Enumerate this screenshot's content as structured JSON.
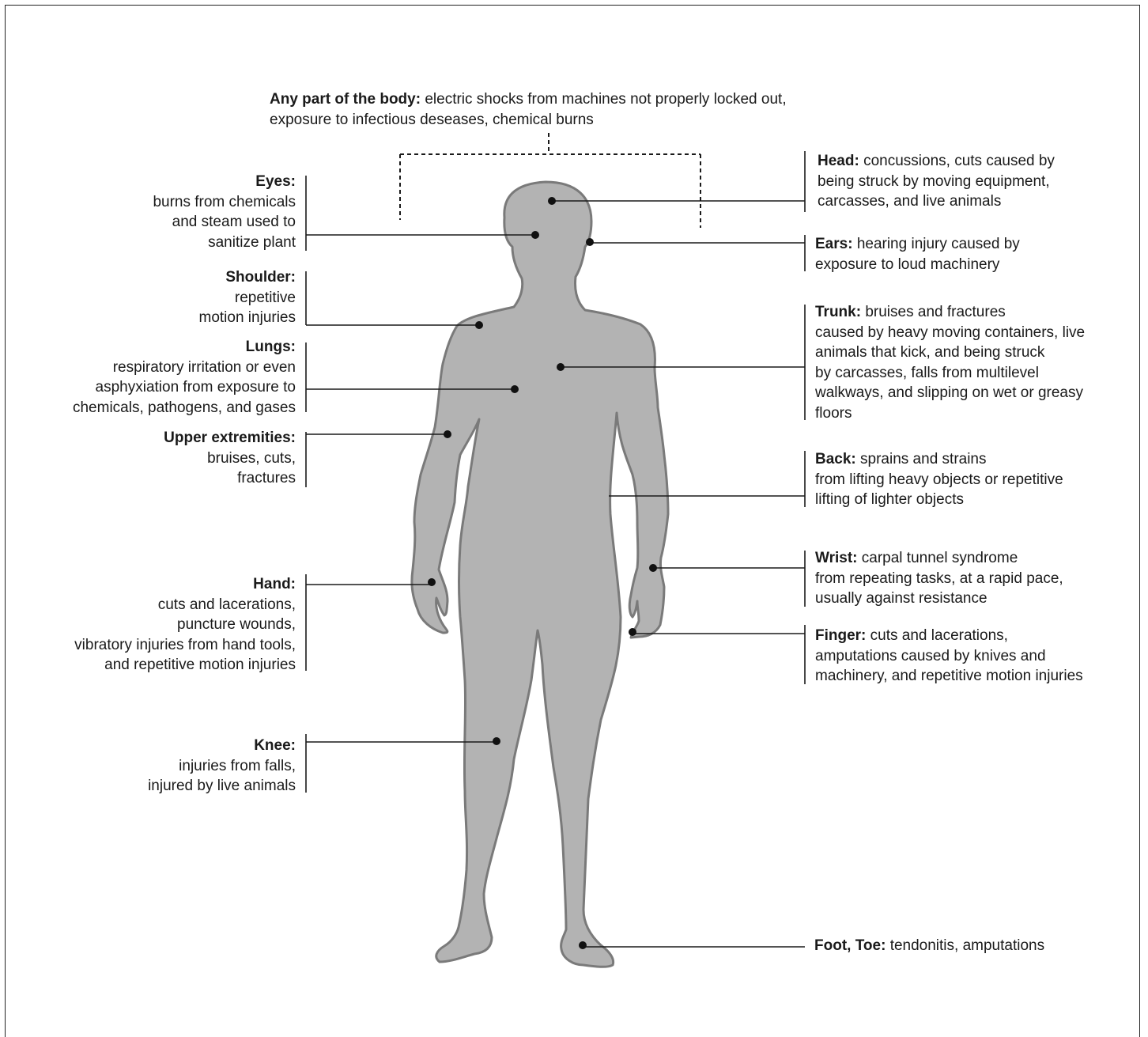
{
  "labels": {
    "any_part": {
      "title": "Any part of the body:",
      "lines": [
        "electric shocks from machines not properly locked out,",
        "exposure to infectious deseases, chemical burns"
      ]
    },
    "eyes": {
      "title": "Eyes:",
      "lines": [
        "burns from chemicals",
        "and steam used to",
        "sanitize plant"
      ]
    },
    "shoulder": {
      "title": "Shoulder:",
      "lines": [
        "repetitive",
        "motion injuries"
      ]
    },
    "lungs": {
      "title": "Lungs:",
      "lines": [
        "respiratory irritation or even",
        "asphyxiation from exposure to",
        "chemicals, pathogens, and gases"
      ]
    },
    "upper": {
      "title": "Upper extremities:",
      "lines": [
        "bruises, cuts,",
        "fractures"
      ]
    },
    "hand": {
      "title": "Hand:",
      "lines": [
        "cuts and lacerations,",
        "puncture wounds,",
        "vibratory injuries from hand tools,",
        "and repetitive motion injuries"
      ]
    },
    "knee": {
      "title": "Knee:",
      "lines": [
        "injuries from falls,",
        "injured by live animals"
      ]
    },
    "head": {
      "title": "Head:",
      "lines": [
        "concussions, cuts caused by",
        "being struck  by moving equipment,",
        "carcasses, and live animals"
      ]
    },
    "ears": {
      "title": "Ears:",
      "lines": [
        "hearing injury caused by",
        "exposure to loud machinery"
      ]
    },
    "trunk": {
      "title": "Trunk:",
      "lines": [
        "bruises and fractures",
        "caused by heavy moving containers, live",
        "animals that kick, and being struck",
        "by carcasses, falls from multilevel",
        "walkways, and slipping on wet or greasy",
        "floors"
      ]
    },
    "back": {
      "title": "Back:",
      "lines": [
        "sprains and strains",
        "from lifting heavy objects or repetitive",
        "lifting of lighter objects"
      ]
    },
    "wrist": {
      "title": "Wrist:",
      "lines": [
        "carpal tunnel syndrome",
        "from repeating tasks, at a rapid pace,",
        "usually against resistance"
      ]
    },
    "finger": {
      "title": "Finger:",
      "lines": [
        "cuts and lacerations,",
        "amputations caused by knives and",
        "machinery, and repetitive motion injuries"
      ]
    },
    "foot": {
      "title": "Foot, Toe:",
      "lines": [
        "tendonitis, amputations"
      ]
    }
  },
  "colors": {
    "body_fill": "#b3b3b3",
    "body_outline": "#7a7a7a",
    "line": "#1a1a1a"
  }
}
